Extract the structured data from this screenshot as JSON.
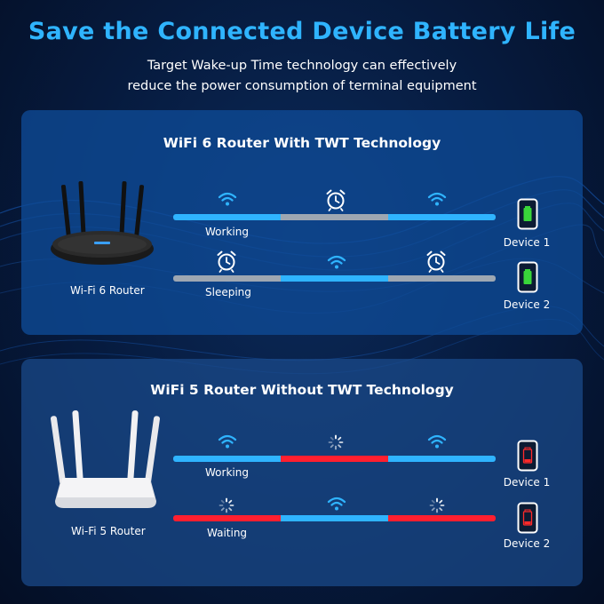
{
  "header": {
    "title": "Save the Connected Device Battery Life",
    "subtitle_line1": "Target Wake-up Time technology can effectively",
    "subtitle_line2": "reduce the power consumption  of  terminal  equipment"
  },
  "wifi6_panel": {
    "title": "WiFi 6 Router With TWT Technology",
    "router_label": "Wi-Fi 6 Router",
    "row1": {
      "state": "Working",
      "device": "Device 1",
      "icons": [
        "wifi-icon",
        "alarm-clock-icon",
        "wifi-icon"
      ]
    },
    "row2": {
      "state": "Sleeping",
      "device": "Device 2",
      "icons": [
        "alarm-clock-icon",
        "wifi-icon",
        "alarm-clock-icon"
      ]
    }
  },
  "wifi5_panel": {
    "title": "WiFi 5 Router Without TWT Technology",
    "router_label": "Wi-Fi 5 Router",
    "row1": {
      "state": "Working",
      "device": "Device 1",
      "icons": [
        "wifi-icon",
        "loading-spinner-icon",
        "wifi-icon"
      ]
    },
    "row2": {
      "state": "Waiting",
      "device": "Device 2",
      "icons": [
        "loading-spinner-icon",
        "wifi-icon",
        "loading-spinner-icon"
      ]
    }
  },
  "colors": {
    "title_blue": "#2fb4ff",
    "active_blue": "#2fb4ff",
    "sleep_gray": "#9ea7b2",
    "waiting_red": "#ff1f2f",
    "battery_full_green": "#39d63a",
    "battery_low_red": "#ff2a2a"
  }
}
